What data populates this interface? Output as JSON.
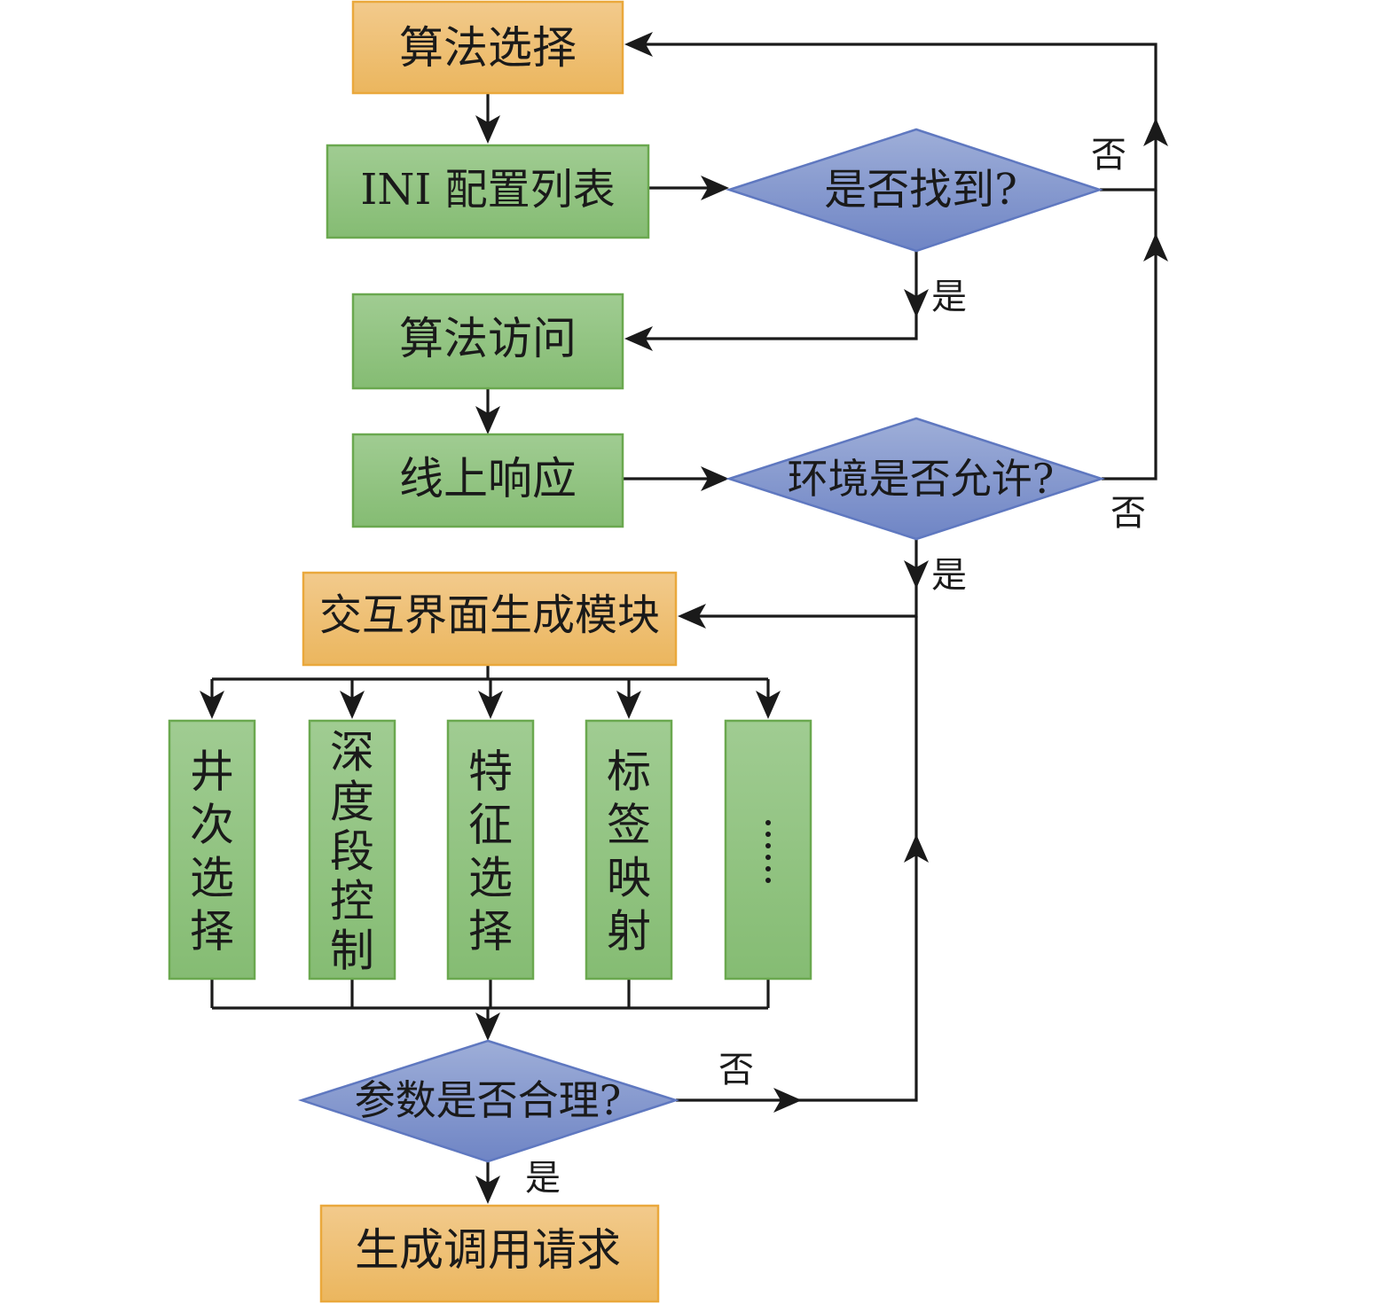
{
  "diagram": {
    "type": "flowchart",
    "colors": {
      "orange_fill_top": "#f1c98a",
      "orange_fill_bottom": "#ebb55c",
      "orange_border": "#eaa83c",
      "green_fill_top": "#9ecb8f",
      "green_fill_bottom": "#86bd74",
      "green_border": "#6aa84f",
      "blue_fill_top": "#9babd6",
      "blue_fill_bottom": "#7187c6",
      "blue_border": "#5f78c0",
      "line": "#1a1a1a"
    },
    "nodes": {
      "algo_select": "算法选择",
      "ini_list": "INI 配置列表",
      "found_decision": "是否找到?",
      "algo_access": "算法访问",
      "online_response": "线上响应",
      "env_decision": "环境是否允许?",
      "ui_module": "交互界面生成模块",
      "sub_modules": [
        {
          "label": "井次选择",
          "chars": [
            "井",
            "次",
            "选",
            "择"
          ]
        },
        {
          "label": "深度段控制",
          "chars": [
            "深",
            "度",
            "段",
            "控",
            "制"
          ]
        },
        {
          "label": "特征选择",
          "chars": [
            "特",
            "征",
            "选",
            "择"
          ]
        },
        {
          "label": "标签映射",
          "chars": [
            "标",
            "签",
            "映",
            "射"
          ]
        },
        {
          "label": "……",
          "chars": [
            ":",
            ":",
            ":"
          ]
        }
      ],
      "param_decision": "参数是否合理?",
      "gen_request": "生成调用请求"
    },
    "edge_labels": {
      "found_no": "否",
      "found_yes": "是",
      "env_no": "否",
      "env_yes": "是",
      "param_no": "否",
      "param_yes": "是"
    }
  }
}
